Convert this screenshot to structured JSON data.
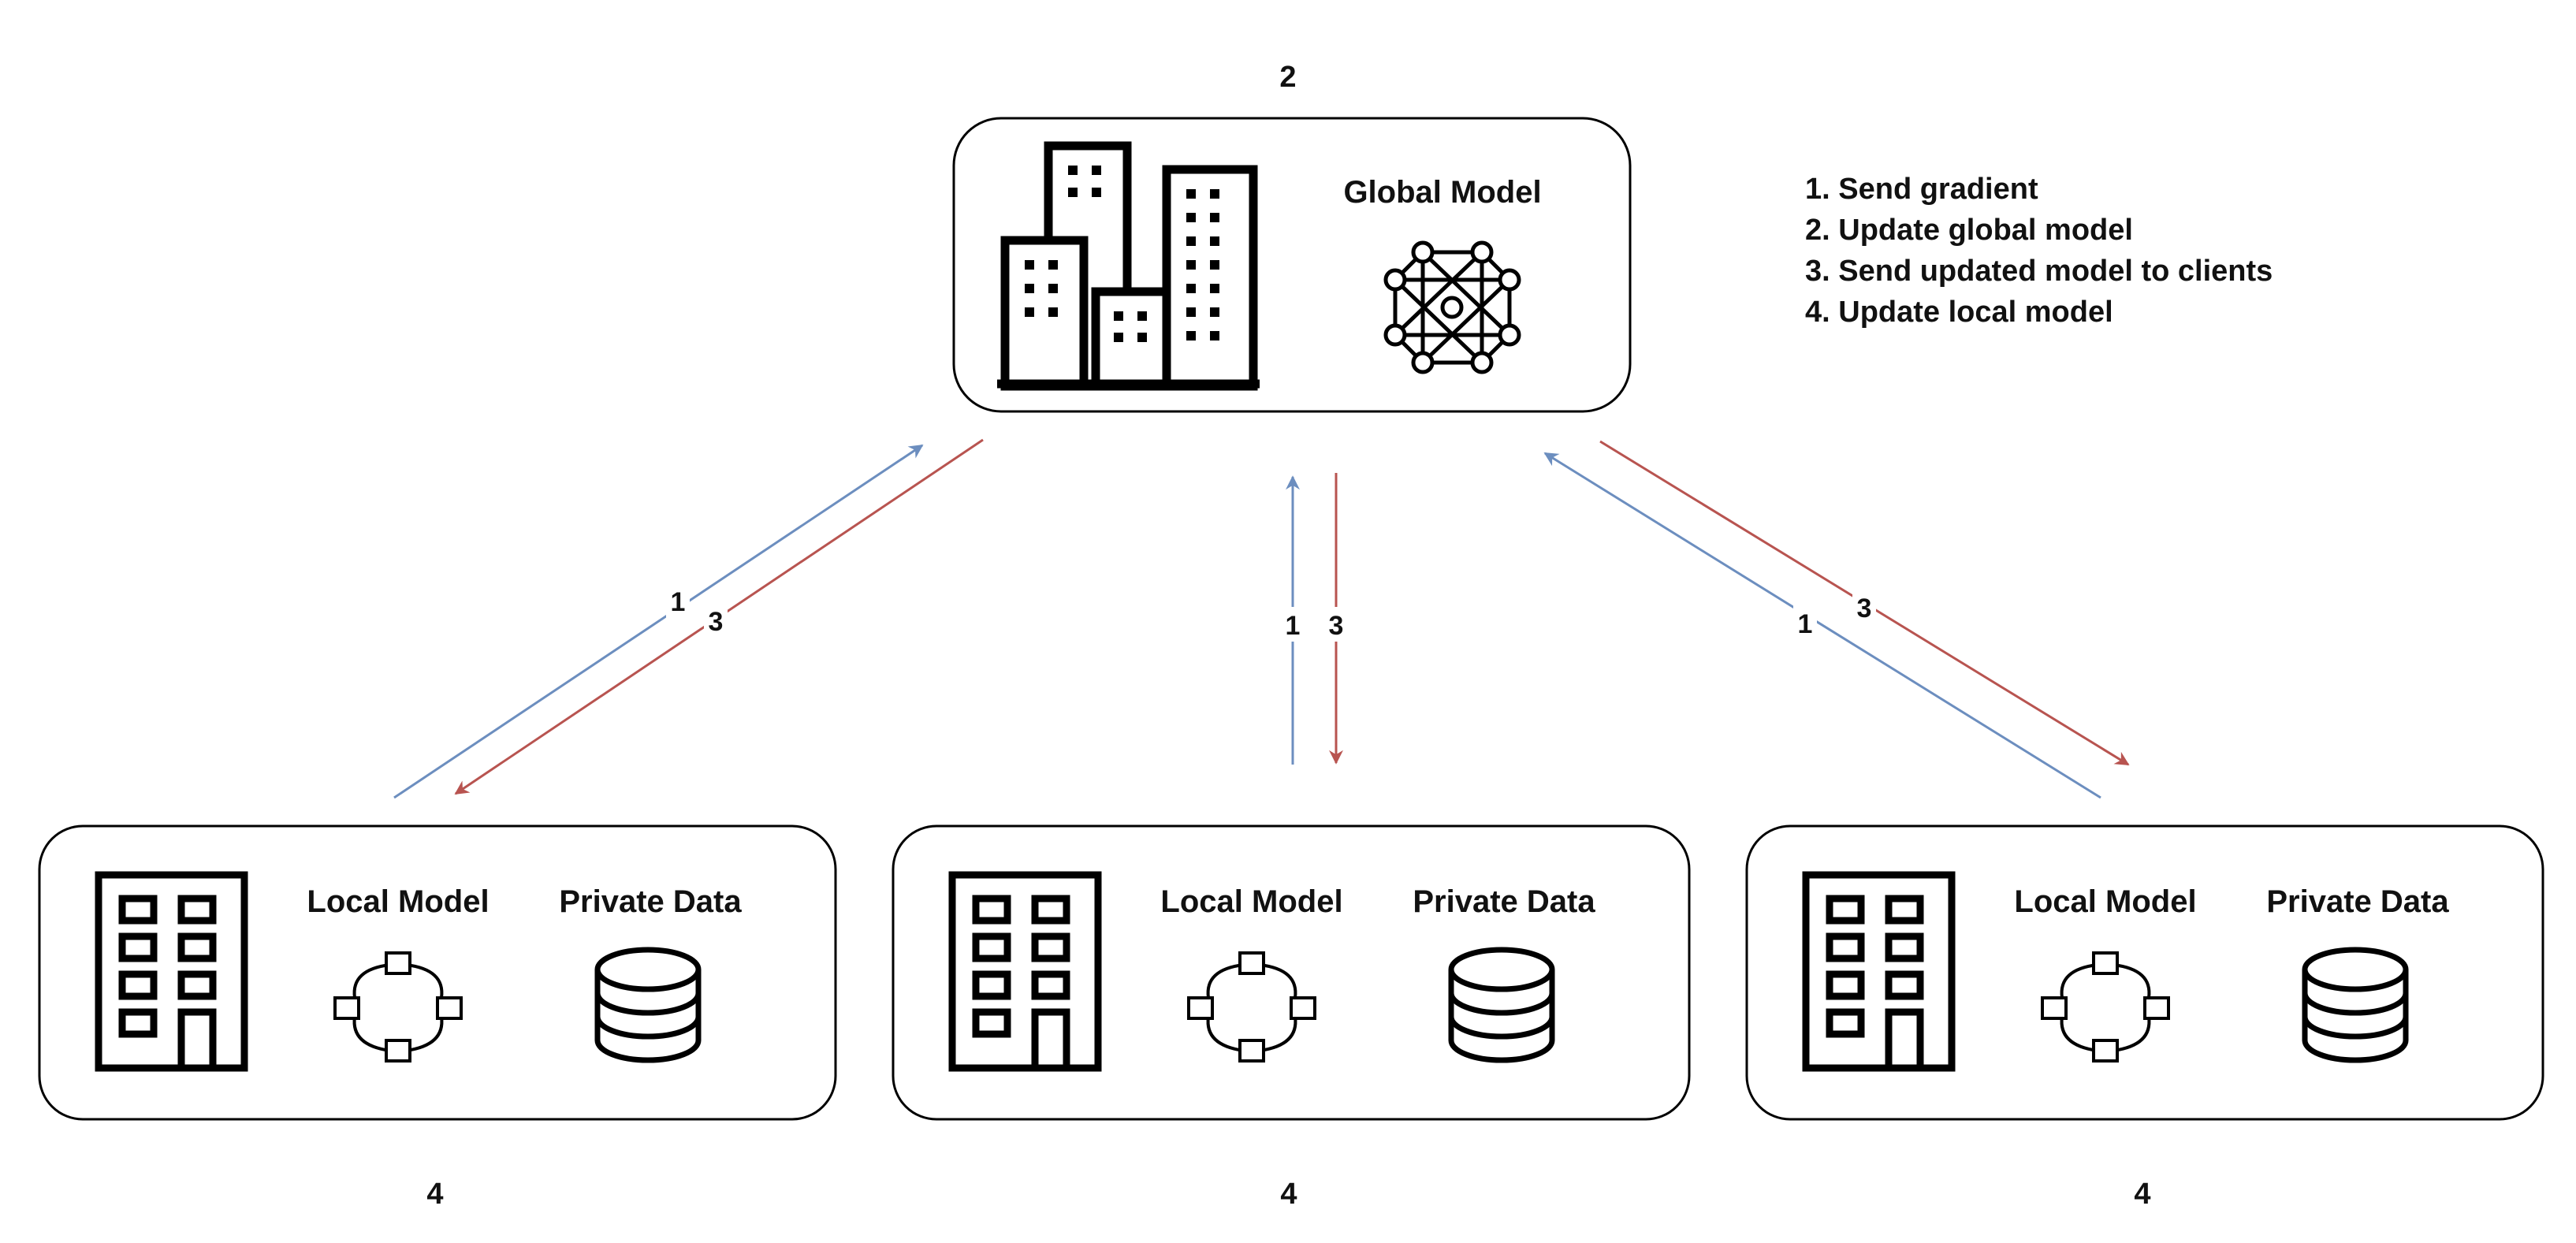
{
  "server": {
    "step_label": "2",
    "model_label": "Global Model",
    "building_icon": "city-buildings-icon",
    "model_icon": "neural-network-icon"
  },
  "legend": {
    "items": [
      "1. Send gradient",
      "2. Update global model",
      "3. Send updated model to clients",
      "4. Update local model"
    ]
  },
  "clients": [
    {
      "local_model_label": "Local Model",
      "private_data_label": "Private Data",
      "step_label": "4"
    },
    {
      "local_model_label": "Local Model",
      "private_data_label": "Private Data",
      "step_label": "4"
    },
    {
      "local_model_label": "Local Model",
      "private_data_label": "Private Data",
      "step_label": "4"
    }
  ],
  "arrows": {
    "send_label": "1",
    "receive_label": "3",
    "send_color": "#6c8ebf",
    "receive_color": "#b85450"
  },
  "icons": {
    "client_building": "office-building-icon",
    "local_model": "local-model-network-icon",
    "private_data": "database-icon"
  }
}
